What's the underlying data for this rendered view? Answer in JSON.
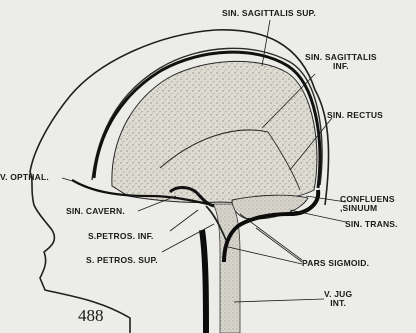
{
  "labels": {
    "sin_sagittalis_sup": "SIN. SAGITTALIS SUP.",
    "sin_sagittalis_inf_line1": "SIN. SAGITTALIS",
    "sin_sagittalis_inf_line2": "INF.",
    "sin_rectus": "SIN. RECTUS",
    "v_opthal": "V. OPTHAL.",
    "sin_cavern": "SIN. CAVERN.",
    "confluens_line1": "CONFLUENS",
    "confluens_line2": ",SINUUM",
    "sin_trans": "SIN. TRANS.",
    "s_petros_inf": "S.PETROS. INF.",
    "s_petros_sup": "S. PETROS. SUP.",
    "pars_sigmoid": "PARS SIGMOID.",
    "v_jug_line1": "V. JUG",
    "v_jug_line2": "INT."
  },
  "page_number": "488"
}
